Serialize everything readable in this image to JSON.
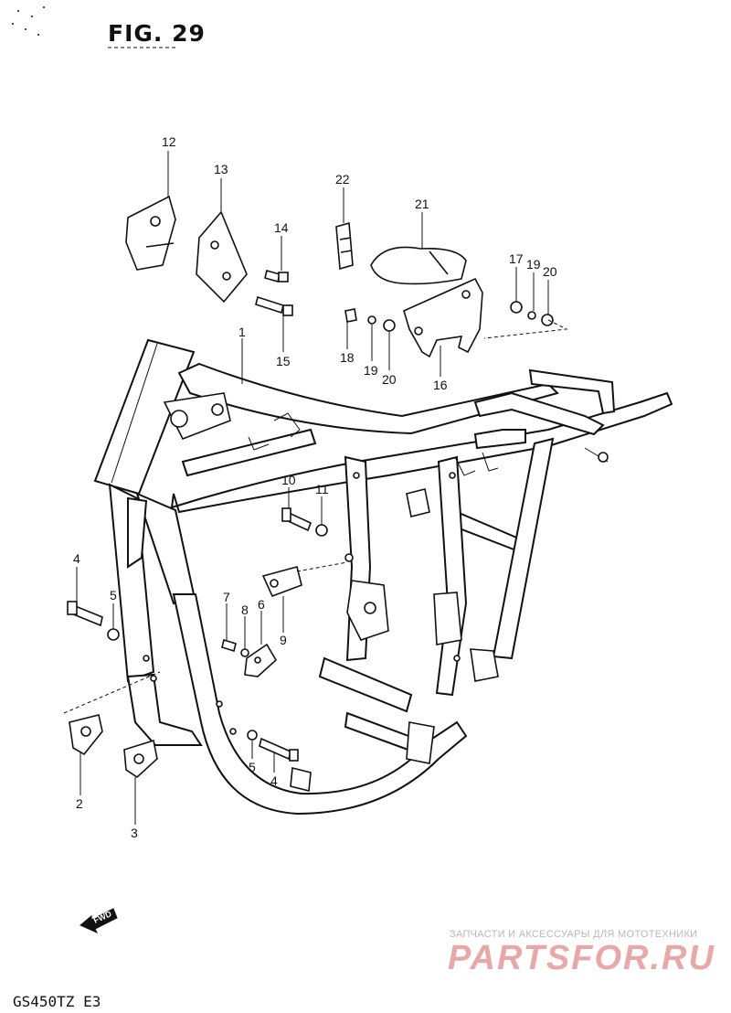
{
  "figure": {
    "title": "FIG. 29",
    "model_code": "GS450TZ E3",
    "fwd_label": "FWD"
  },
  "watermark": {
    "tagline": "ЗАПЧАСТИ И АКСЕССУАРЫ ДЛЯ МОТОТЕХНИКИ",
    "logo": "PARTSFOR.RU"
  },
  "callouts": [
    {
      "id": "c12",
      "label": "12"
    },
    {
      "id": "c13",
      "label": "13"
    },
    {
      "id": "c22",
      "label": "22"
    },
    {
      "id": "c21",
      "label": "21"
    },
    {
      "id": "c14",
      "label": "14"
    },
    {
      "id": "c15",
      "label": "15"
    },
    {
      "id": "c17",
      "label": "17"
    },
    {
      "id": "c19a",
      "label": "19"
    },
    {
      "id": "c20a",
      "label": "20"
    },
    {
      "id": "c18",
      "label": "18"
    },
    {
      "id": "c19b",
      "label": "19"
    },
    {
      "id": "c20b",
      "label": "20"
    },
    {
      "id": "c16",
      "label": "16"
    },
    {
      "id": "c1",
      "label": "1"
    },
    {
      "id": "c10",
      "label": "10"
    },
    {
      "id": "c11",
      "label": "11"
    },
    {
      "id": "c4a",
      "label": "4"
    },
    {
      "id": "c5a",
      "label": "5"
    },
    {
      "id": "c7",
      "label": "7"
    },
    {
      "id": "c8",
      "label": "8"
    },
    {
      "id": "c6",
      "label": "6"
    },
    {
      "id": "c9",
      "label": "9"
    },
    {
      "id": "c2",
      "label": "2"
    },
    {
      "id": "c3",
      "label": "3"
    },
    {
      "id": "c5b",
      "label": "5"
    },
    {
      "id": "c4b",
      "label": "4"
    }
  ]
}
